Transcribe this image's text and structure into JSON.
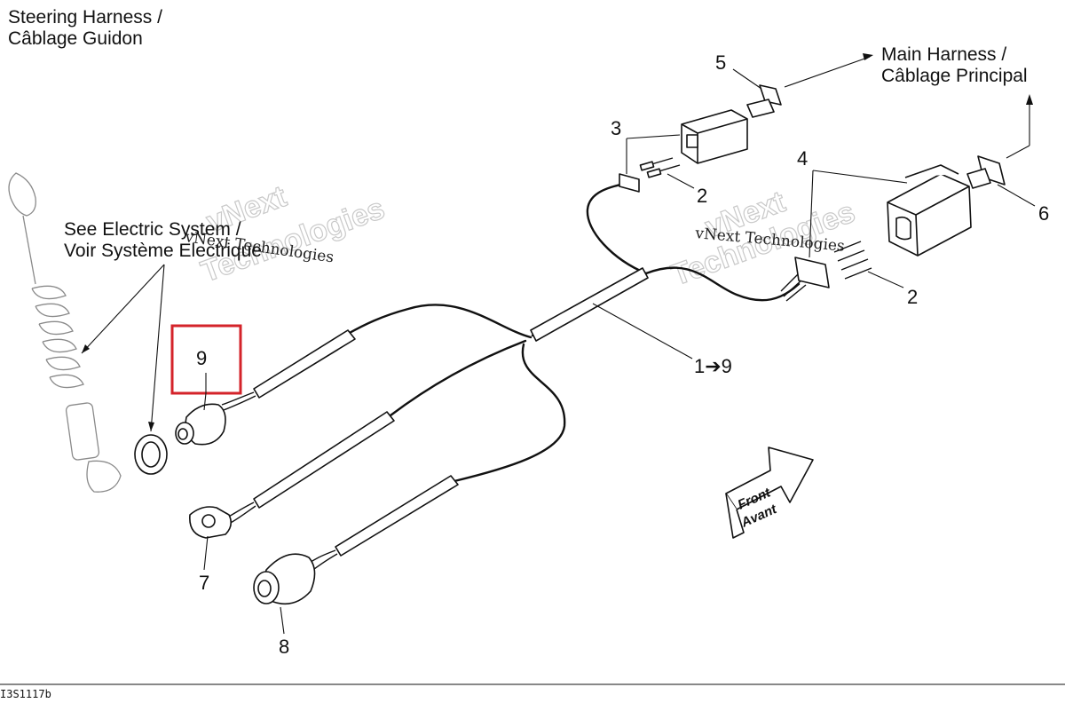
{
  "header": {
    "title_en": "Steering Harness /",
    "title_fr": "Câblage Guidon"
  },
  "notes": {
    "electric_en": "See Electric System /",
    "electric_fr": "Voir Système Electrique",
    "main_harness_en": "Main Harness  /",
    "main_harness_fr": "Câblage Principal"
  },
  "callouts": {
    "c5": "5",
    "c3": "3",
    "c4": "4",
    "c2a": "2",
    "c2b": "2",
    "c6": "6",
    "c1": "1➔9",
    "c9": "9",
    "c7": "7",
    "c8": "8"
  },
  "front_arrow": {
    "line1": "Front",
    "line2": "Avant"
  },
  "highlight_color": "#d4232a",
  "reference": "I3S1117b",
  "watermark": {
    "line1": "vNext",
    "line2": "Technologies",
    "serif": "vNext Technologies"
  }
}
